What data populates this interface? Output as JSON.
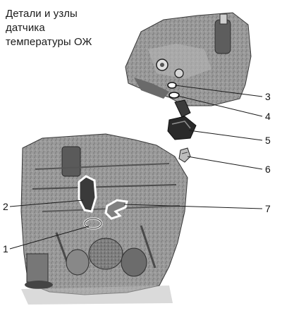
{
  "title_lines": [
    "Детали и узлы",
    "датчика",
    "температуры ОЖ"
  ],
  "callouts": [
    {
      "label": "1"
    },
    {
      "label": "2"
    },
    {
      "label": "3"
    },
    {
      "label": "4"
    },
    {
      "label": "5"
    },
    {
      "label": "6"
    },
    {
      "label": "7"
    }
  ]
}
